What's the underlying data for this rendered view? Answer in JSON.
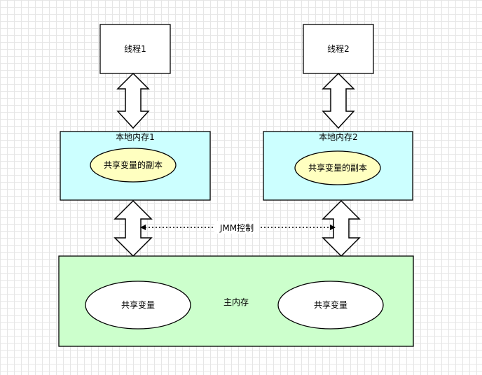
{
  "threads": [
    {
      "label": "线程1"
    },
    {
      "label": "线程2"
    }
  ],
  "local_memories": [
    {
      "label": "本地内存1",
      "copy_label": "共享变量的副本"
    },
    {
      "label": "本地内存2",
      "copy_label": "共享变量的副本"
    }
  ],
  "main_memory": {
    "label": "主内存",
    "variables": [
      "共享变量",
      "共享变量"
    ]
  },
  "jmm_label": "JMM控制",
  "colors": {
    "local_memory_fill": "#ccffff",
    "main_memory_fill": "#ccffcc",
    "copy_ellipse_fill": "#ffffc0",
    "stroke": "#000000"
  }
}
